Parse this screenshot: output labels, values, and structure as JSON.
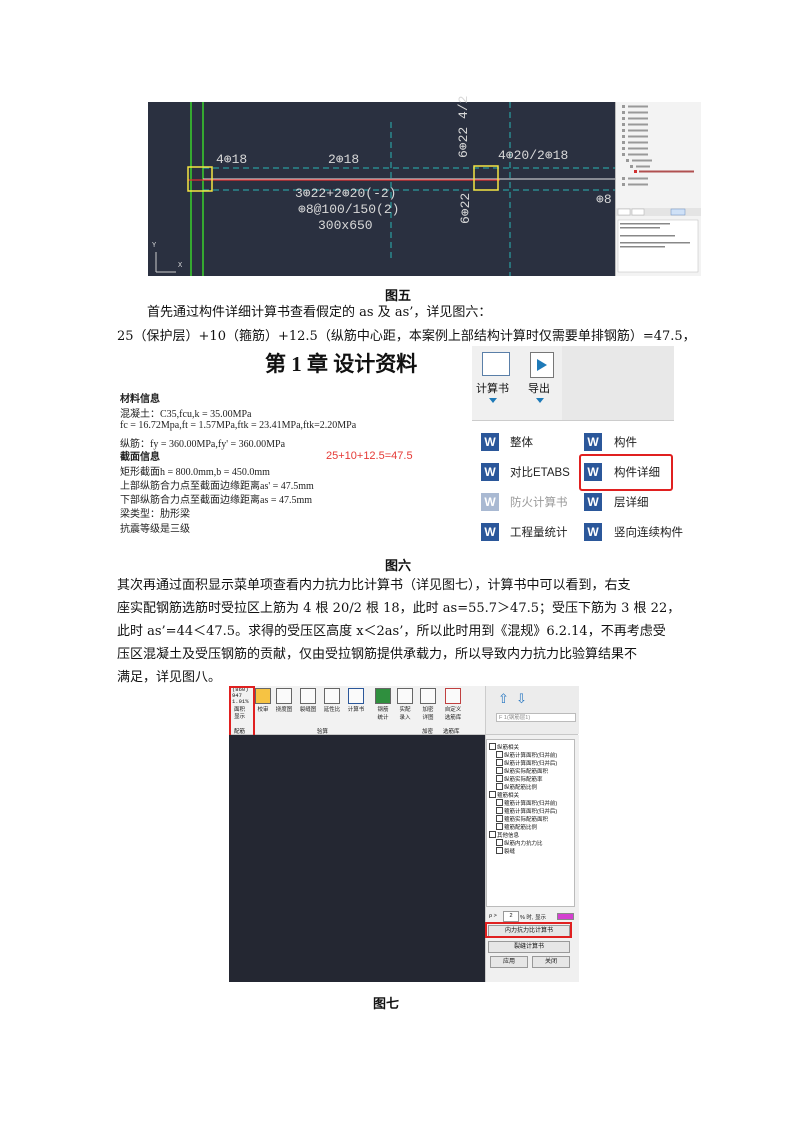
{
  "fig5": {
    "caption": "图五",
    "cad_labels": {
      "left_top": "4⊕18",
      "mid_top": "2⊕18",
      "right_top": "4⊕20/2⊕18",
      "vert_top": "6⊕22 4/2",
      "vert_bottom": "6⊕22",
      "beam_line1": "3⊕22+2⊕20(-2)",
      "beam_line2": "⊕8@100/150(2)",
      "beam_line3": "300x650",
      "far_right": "⊕8",
      "axis_x": "X",
      "axis_y": "Y"
    }
  },
  "para1": {
    "line1": "首先通过构件详细计算书查看假定的 as 及 as’，详见图六：",
    "line2": "25（保护层）+10（箍筋）+12.5（纵筋中心距，本案例上部结构计算时仅需要单排钢筋）=47.5，"
  },
  "fig6": {
    "caption": "图六",
    "chapter_title": "第 1 章  设计资料",
    "material_heading": "材料信息",
    "concrete": "混凝土：C35,fcu,k = 35.00MPa",
    "fc_line": "fc = 16.72Mpa,ft = 1.57MPa,ftk = 23.41MPa,ftk=2.20MPa",
    "rebar_line": "纵筋：fy = 360.00MPa,fy' = 360.00MPa",
    "section_heading": "截面信息",
    "rect_section": "矩形截面h = 800.0mm,b = 450.0mm",
    "top_bar": "上部纵筋合力点至截面边缘距离as' = 47.5mm",
    "bottom_bar": "下部纵筋合力点至截面边缘距离as = 47.5mm",
    "beam_type": "梁类型：肋形梁",
    "seismic": "抗震等级是三级",
    "annotation": "25+10+12.5=47.5",
    "ribbon": {
      "calc_book": "计算书",
      "export": "导出",
      "items": [
        {
          "label": "整体",
          "dim": false
        },
        {
          "label": "构件",
          "dim": false
        },
        {
          "label": "对比ETABS",
          "dim": false
        },
        {
          "label": "构件详细",
          "dim": false
        },
        {
          "label": "防火计算书",
          "dim": true
        },
        {
          "label": "层详细",
          "dim": false
        },
        {
          "label": "工程量统计",
          "dim": false
        },
        {
          "label": "竖向连续构件",
          "dim": false
        }
      ]
    },
    "colors": {
      "highlight": "#e02020",
      "annotation": "#e53935",
      "word_blue": "#2b579a"
    }
  },
  "para2": {
    "line1": "其次再通过面积显示菜单项查看内力抗力比计算书（详见图七），计算书中可以看到，右支",
    "line2": "座实配钢筋选筋时受拉区上筋为 4 根 20/2 根 18，此时 as=55.7＞47.5；受压下筋为 3 根 22，",
    "line3": "此时 as’=44＜47.5。求得的受压区高度 x＜2as’，所以此时用到《混规》6.2.14，不再考虑受",
    "line4": "压区混凝土及受压钢筋的贡献，仅由受拉钢筋提供承载力，所以导致内力抗力比验算结果不",
    "line5": "满足，详见图八。"
  },
  "fig7": {
    "caption": "图七",
    "toolbar": {
      "area_display_values": "(860)\n947\n1.01%",
      "area_display": "面积\n显示",
      "group_reinforce": "配筋",
      "group_check": "验算",
      "group_encrypt": "加密",
      "group_lib": "选筋库",
      "buttons": [
        "校审",
        "挠度图",
        "裂缝图",
        "延性比",
        "计算书",
        "钢筋\n统计",
        "实配\n录入",
        "加密\n详图",
        "自定义\n选筋库"
      ],
      "floor_select": "F 1(钢筋层1)"
    },
    "checkboxes": [
      {
        "label": "纵筋相关",
        "level": 0
      },
      {
        "label": "纵筋计算面积(归并前)",
        "level": 1
      },
      {
        "label": "纵筋计算面积(归并后)",
        "level": 1
      },
      {
        "label": "纵筋实际配筋面积",
        "level": 1
      },
      {
        "label": "纵筋实际配筋率",
        "level": 1
      },
      {
        "label": "纵筋配筋比例",
        "level": 1
      },
      {
        "label": "箍筋相关",
        "level": 0
      },
      {
        "label": "箍筋计算面积(归并前)",
        "level": 1
      },
      {
        "label": "箍筋计算面积(归并后)",
        "level": 1
      },
      {
        "label": "箍筋实际配筋面积",
        "level": 1
      },
      {
        "label": "箍筋配筋比例",
        "level": 1
      },
      {
        "label": "其他信息",
        "level": 0
      },
      {
        "label": "纵筋内力抗力比",
        "level": 1
      },
      {
        "label": "裂缝",
        "level": 1
      }
    ],
    "rho_prefix": "ρ >",
    "rho_value": "2",
    "rho_suffix": "% 时, 显示",
    "btn_force_ratio": "内力抗力比计算书",
    "btn_crack": "裂缝计算书",
    "btn_apply": "应用",
    "btn_close": "关闭"
  }
}
